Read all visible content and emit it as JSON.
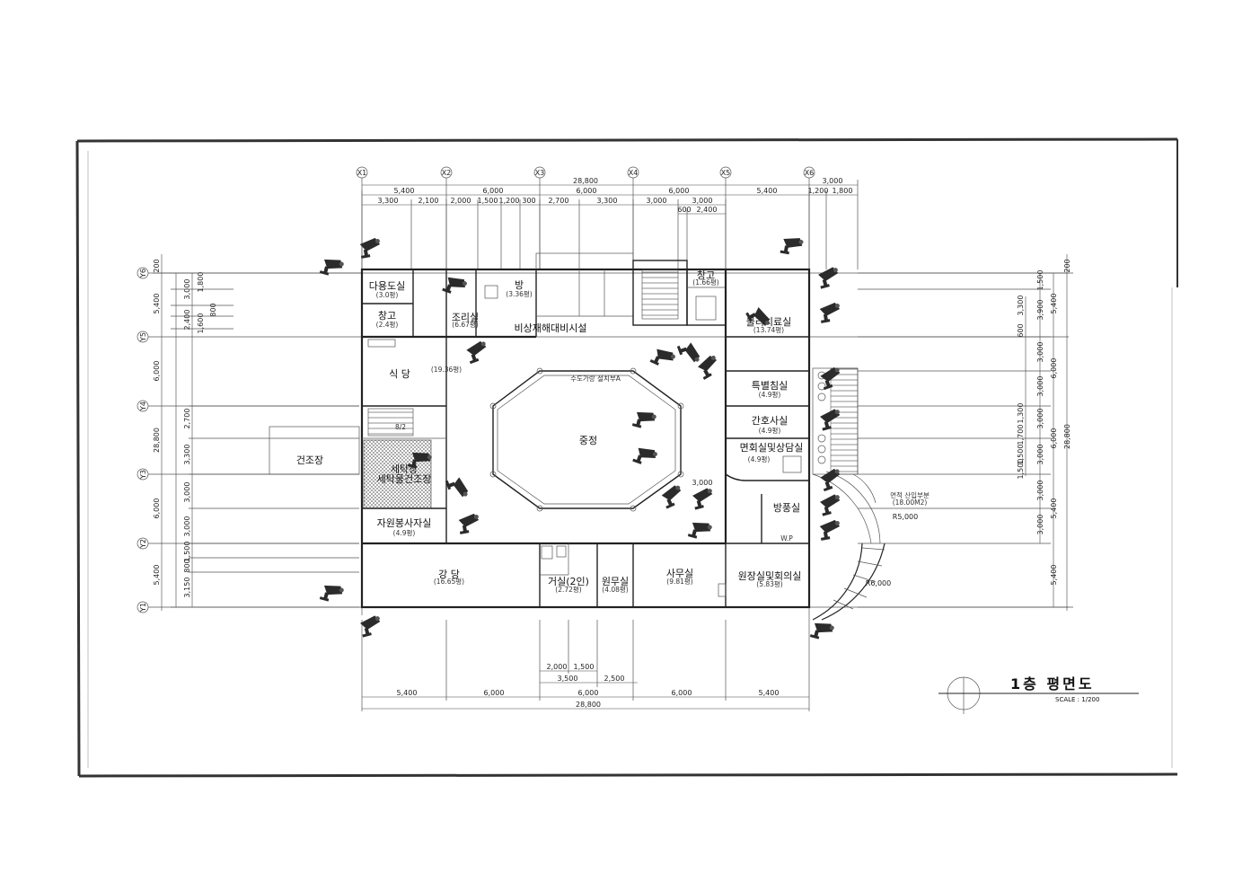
{
  "drawing": {
    "title": "1층 평면도",
    "scale": "SCALE : 1/200"
  },
  "grid": {
    "columns": [
      "X1",
      "X2",
      "X3",
      "X4",
      "X5",
      "X6"
    ],
    "rows": [
      "Y6",
      "Y5",
      "Y4",
      "Y3",
      "Y2",
      "Y1"
    ]
  },
  "dimensions": {
    "top_total": "28,800",
    "top_extra": "3,000",
    "top_row1": [
      "5,400",
      "6,000",
      "6,000",
      "6,000",
      "5,400",
      "1,200",
      "1,800"
    ],
    "top_row2": [
      "3,300",
      "2,100",
      "2,000",
      "1,500",
      "1,200",
      "300",
      "2,700",
      "3,300",
      "3,000",
      "3,000"
    ],
    "top_row3": [
      "600",
      "2,400"
    ],
    "bottom_row1": [
      "2,000",
      "1,500"
    ],
    "bottom_row2": [
      "3,500",
      "2,500"
    ],
    "bottom_row3": [
      "5,400",
      "6,000",
      "6,000",
      "6,000",
      "5,400"
    ],
    "bottom_total": "28,800",
    "left_outer": [
      "5,400",
      "6,000",
      "28,800",
      "6,000",
      "5,400"
    ],
    "left_outer_extra": [
      "200"
    ],
    "left_inner": [
      "3,000",
      "1,800",
      "2,400",
      "1,600",
      "800",
      "2,700",
      "3,300",
      "3,000",
      "3,000",
      "1,500",
      "800",
      "3,150"
    ],
    "left_inner_extra": [
      "200"
    ],
    "right_outer": [
      "5,400",
      "6,000",
      "28,800",
      "6,000",
      "5,400"
    ],
    "right_outer_extra": [
      "200"
    ],
    "right_inner": [
      "1,500",
      "3,900",
      "3,000",
      "3,000",
      "3,000",
      "3,000",
      "3,000",
      "3,000",
      "3,000",
      "1,300",
      "1,700",
      "1,500",
      "1,500"
    ],
    "right_inner_extra": [
      "3,300",
      "600"
    ]
  },
  "rooms": {
    "dayongdo": {
      "name": "다용도실",
      "area": "(3.0평)"
    },
    "changgo1": {
      "name": "창고",
      "area": "(2.4평)"
    },
    "jorisil": {
      "name": "조리실",
      "area": "(6.67평)"
    },
    "bang": {
      "name": "방",
      "area": "(3.36평)"
    },
    "bisang": {
      "name": "비상재해대비시설"
    },
    "changgo2": {
      "name": "창고",
      "area": "(1.66평)"
    },
    "mulri": {
      "name": "물리치료실",
      "area": "(13.74평)"
    },
    "sikdang": {
      "name": "식 당",
      "area": "(19.36평)"
    },
    "jungjeong": {
      "name": "중정"
    },
    "jungjeong_note": {
      "name": "수도가랑 설치부A"
    },
    "teukbyeol": {
      "name": "특별침실",
      "area": "(4.9평)"
    },
    "ganho": {
      "name": "간호사실",
      "area": "(4.9평)"
    },
    "myeonhoe": {
      "name": "면회실및상담실",
      "area": "(4.9평)"
    },
    "geonjojang": {
      "name": "건조장"
    },
    "setak": {
      "name": "세탁장\n세탁물건조장"
    },
    "jawon": {
      "name": "자원봉사자실",
      "area": "(4.9평)"
    },
    "bangpung": {
      "name": "방풍실"
    },
    "hwangdang": {
      "name": "강 당",
      "area": "(16.65평)"
    },
    "geosil": {
      "name": "거실(2인)",
      "area": "(2.72평)"
    },
    "wonmu": {
      "name": "원무실",
      "area": "(4.08평)"
    },
    "samu": {
      "name": "사무실",
      "area": "(9.81평)"
    },
    "wonjang": {
      "name": "원장실및회의실",
      "area": "(5.83평)"
    },
    "stair_label": {
      "name": "8/2"
    },
    "wp": {
      "name": "W.P"
    }
  },
  "annotations": {
    "slope_note": "면적 산입부분",
    "slope_area": "(18.00M2)",
    "radius1": "R5,000",
    "radius2": "R6,000",
    "center_dim": "3,000"
  },
  "icons": {
    "camera": "cctv-camera-icon",
    "north": "north-arrow-icon"
  },
  "cameras": 33
}
